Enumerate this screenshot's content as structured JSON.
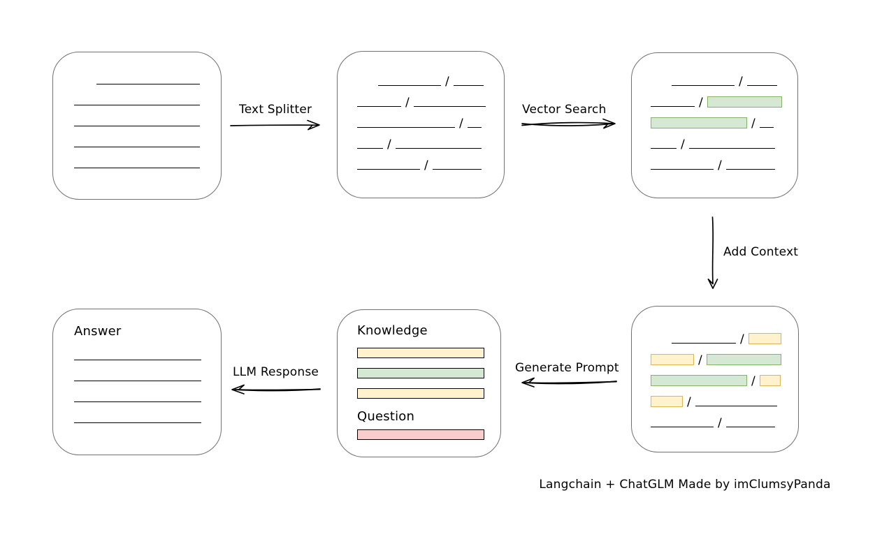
{
  "colors": {
    "green_fill": "#d5e8d4",
    "green_stroke": "#82b366",
    "yellow_fill": "#fff2cc",
    "yellow_stroke": "#d6b656",
    "red_fill": "#f8cecc",
    "red_stroke": "#b85450",
    "node_stroke": "#707070",
    "ink": "#000000"
  },
  "arrows": {
    "text_splitter": {
      "label": "Text Splitter",
      "direction": "right"
    },
    "vector_search": {
      "label": "Vector Search",
      "direction": "right"
    },
    "add_context": {
      "label": "Add Context",
      "direction": "down"
    },
    "generate_prompt": {
      "label": "Generate Prompt",
      "direction": "left"
    },
    "llm_response": {
      "label": "LLM Response",
      "direction": "left"
    }
  },
  "nodes": {
    "document": {
      "rows": [
        {
          "indent": 32,
          "segs": [
            {
              "t": "line",
              "w": 148
            }
          ]
        },
        {
          "segs": [
            {
              "t": "line",
              "w": 180
            }
          ]
        },
        {
          "segs": [
            {
              "t": "line",
              "w": 180
            }
          ]
        },
        {
          "segs": [
            {
              "t": "line",
              "w": 180
            }
          ]
        },
        {
          "segs": [
            {
              "t": "line",
              "w": 180
            }
          ]
        }
      ]
    },
    "chunks": {
      "rows": [
        {
          "indent": 30,
          "segs": [
            {
              "t": "line",
              "w": 90
            },
            {
              "t": "slash"
            },
            {
              "t": "line",
              "w": 43
            }
          ]
        },
        {
          "segs": [
            {
              "t": "line",
              "w": 63
            },
            {
              "t": "slash"
            },
            {
              "t": "line",
              "w": 103
            }
          ]
        },
        {
          "segs": [
            {
              "t": "line",
              "w": 140
            },
            {
              "t": "slash"
            },
            {
              "t": "line",
              "w": 20
            }
          ]
        },
        {
          "segs": [
            {
              "t": "line",
              "w": 37
            },
            {
              "t": "slash"
            },
            {
              "t": "line",
              "w": 123
            }
          ]
        },
        {
          "segs": [
            {
              "t": "line",
              "w": 90
            },
            {
              "t": "slash"
            },
            {
              "t": "line",
              "w": 70
            }
          ]
        }
      ]
    },
    "matched_chunks": {
      "rows": [
        {
          "indent": 30,
          "segs": [
            {
              "t": "line",
              "w": 90
            },
            {
              "t": "slash"
            },
            {
              "t": "line",
              "w": 43
            }
          ]
        },
        {
          "segs": [
            {
              "t": "line",
              "w": 63
            },
            {
              "t": "slash"
            },
            {
              "t": "green",
              "w": 107
            }
          ]
        },
        {
          "segs": [
            {
              "t": "green",
              "w": 138
            },
            {
              "t": "slash"
            },
            {
              "t": "line",
              "w": 20
            }
          ]
        },
        {
          "segs": [
            {
              "t": "line",
              "w": 37
            },
            {
              "t": "slash"
            },
            {
              "t": "line",
              "w": 123
            }
          ]
        },
        {
          "segs": [
            {
              "t": "line",
              "w": 90
            },
            {
              "t": "slash"
            },
            {
              "t": "line",
              "w": 70
            }
          ]
        }
      ]
    },
    "context_chunks": {
      "rows": [
        {
          "indent": 30,
          "segs": [
            {
              "t": "line",
              "w": 92
            },
            {
              "t": "slash"
            },
            {
              "t": "yellow",
              "w": 47
            }
          ]
        },
        {
          "segs": [
            {
              "t": "yellow",
              "w": 62
            },
            {
              "t": "slash"
            },
            {
              "t": "green",
              "w": 107
            }
          ]
        },
        {
          "segs": [
            {
              "t": "green",
              "w": 138
            },
            {
              "t": "slash"
            },
            {
              "t": "yellow",
              "w": 30
            }
          ]
        },
        {
          "segs": [
            {
              "t": "yellow",
              "w": 46
            },
            {
              "t": "slash"
            },
            {
              "t": "line",
              "w": 117
            }
          ]
        },
        {
          "segs": [
            {
              "t": "line",
              "w": 90
            },
            {
              "t": "slash"
            },
            {
              "t": "line",
              "w": 70
            }
          ]
        }
      ]
    },
    "prompt": {
      "knowledge_label": "Knowledge",
      "knowledge_bars": [
        "yellow",
        "green",
        "yellow"
      ],
      "question_label": "Question",
      "question_bars": [
        "red"
      ]
    },
    "answer": {
      "label": "Answer",
      "rows": [
        {
          "segs": [
            {
              "t": "line",
              "w": 182
            }
          ]
        },
        {
          "segs": [
            {
              "t": "line",
              "w": 182
            }
          ]
        },
        {
          "segs": [
            {
              "t": "line",
              "w": 182
            }
          ]
        },
        {
          "segs": [
            {
              "t": "line",
              "w": 182
            }
          ]
        }
      ]
    }
  },
  "footer": {
    "credit": "Langchain + ChatGLM Made by imClumsyPanda"
  }
}
